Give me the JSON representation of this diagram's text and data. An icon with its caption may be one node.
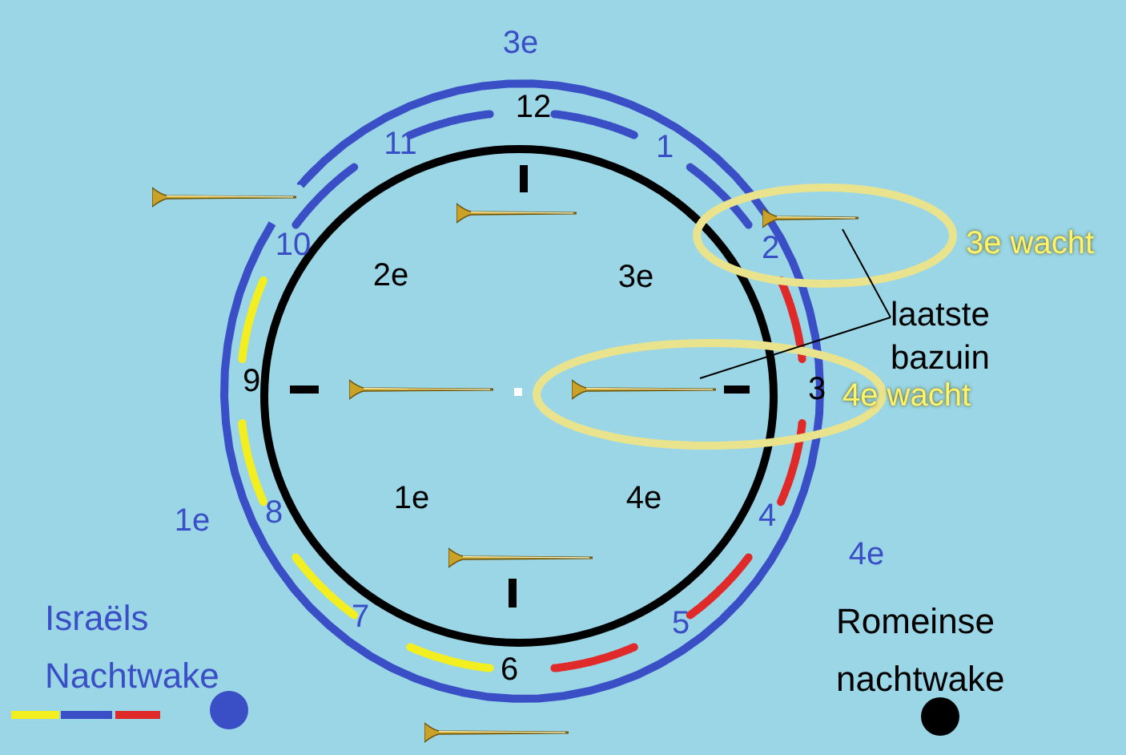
{
  "diagram": {
    "nodes": [
      {
        "text": [
          "laatste bazuin"
        ]
      },
      {
        "text": [],
        "shape": "picture"
      },
      {
        "text": [],
        "shape": "picture"
      }
    ],
    "edges": [
      {
        "from": 0,
        "to": 1,
        "arrow": "none"
      },
      {
        "from": 0,
        "to": 2,
        "arrow": "none"
      }
    ],
    "labels": [
      "3e",
      "12",
      "11",
      "1",
      "10",
      "2e",
      "3e",
      "2",
      "3e wacht",
      "9",
      "3",
      "4e wacht",
      "1e",
      "8",
      "1e",
      "4e",
      "4",
      "4e",
      "7",
      "5",
      "6"
    ],
    "legend": [
      {
        "text": "Israëls Nachtwake",
        "color": "#3a4ec6"
      },
      {
        "text": "Romeinse nachtwake",
        "color": "#000000"
      }
    ]
  }
}
